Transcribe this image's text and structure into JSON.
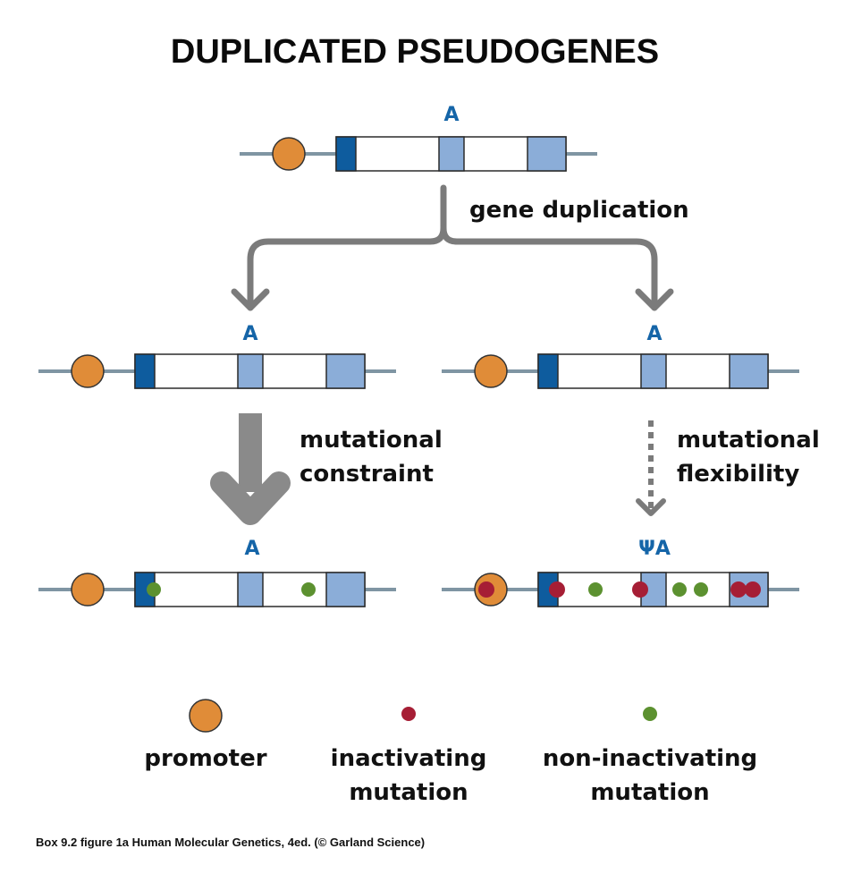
{
  "title": "DUPLICATED PSEUDOGENES",
  "colors": {
    "line": "#7f95a3",
    "promoter": "#e08c38",
    "exon_dark": "#0e5c9e",
    "exon_light": "#8badd8",
    "inactivating": "#a61e35",
    "non_inactivating": "#5c9130",
    "arrow": "#7b7b7b",
    "gene_label": "#1565a8"
  },
  "genes": {
    "top": {
      "label": "A"
    },
    "middle_left": {
      "label": "A"
    },
    "middle_right": {
      "label": "A"
    },
    "bottom_left": {
      "label": "A"
    },
    "bottom_right": {
      "label": "ΨA"
    }
  },
  "arrows": {
    "duplication": {
      "label": "gene duplication"
    },
    "constraint": {
      "label_line1": "mutational",
      "label_line2": "constraint"
    },
    "flexibility": {
      "label_line1": "mutational",
      "label_line2": "flexibility"
    }
  },
  "legend": {
    "promoter": {
      "label": "promoter"
    },
    "inactivating": {
      "label_line1": "inactivating",
      "label_line2": "mutation"
    },
    "non_inactivating": {
      "label_line1": "non-inactivating",
      "label_line2": "mutation"
    }
  },
  "caption": "Box 9.2 figure 1a  Human Molecular Genetics, 4ed. (© Garland Science)"
}
